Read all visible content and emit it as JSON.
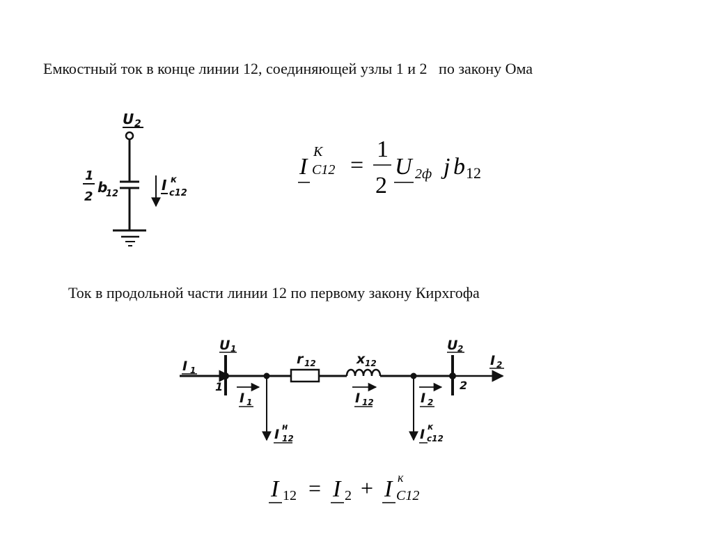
{
  "headings": {
    "ohm": "Емкостный ток в конце линии 12, соединяющей узлы 1 и 2   по закону Ома",
    "kirchhoff": "Ток в продольной части линии 12 по первому закону Кирхгофа"
  },
  "shunt_diagram": {
    "node_label_U": "U",
    "node_label_sub": "2",
    "frac_num": "1",
    "frac_den": "2",
    "b_label": "b",
    "b_sub": "12",
    "current_I": "I",
    "current_sup": "к",
    "current_sub": "c12"
  },
  "formula_ohm": {
    "lhs_I": "I",
    "lhs_sup": "K",
    "lhs_sub": "C12",
    "eq": "=",
    "frac_num": "1",
    "frac_den": "2",
    "U": "U",
    "U_sub": "2ф",
    "j": "j",
    "b": "b",
    "b_sub": "12"
  },
  "line_diagram": {
    "I": "I",
    "U": "U",
    "sub_1": "1",
    "sub_2": "2",
    "sub_12": "12",
    "node_1": "1",
    "node_2": "2",
    "r": "r",
    "x": "x",
    "sup_n": "н",
    "sup_k": "к",
    "sub_c12": "c12"
  },
  "formula_kirchhoff": {
    "I": "I",
    "sub_12": "12",
    "eq": "=",
    "sub_2": "2",
    "plus": "+",
    "sup": "к",
    "sub_c12": "C12"
  }
}
